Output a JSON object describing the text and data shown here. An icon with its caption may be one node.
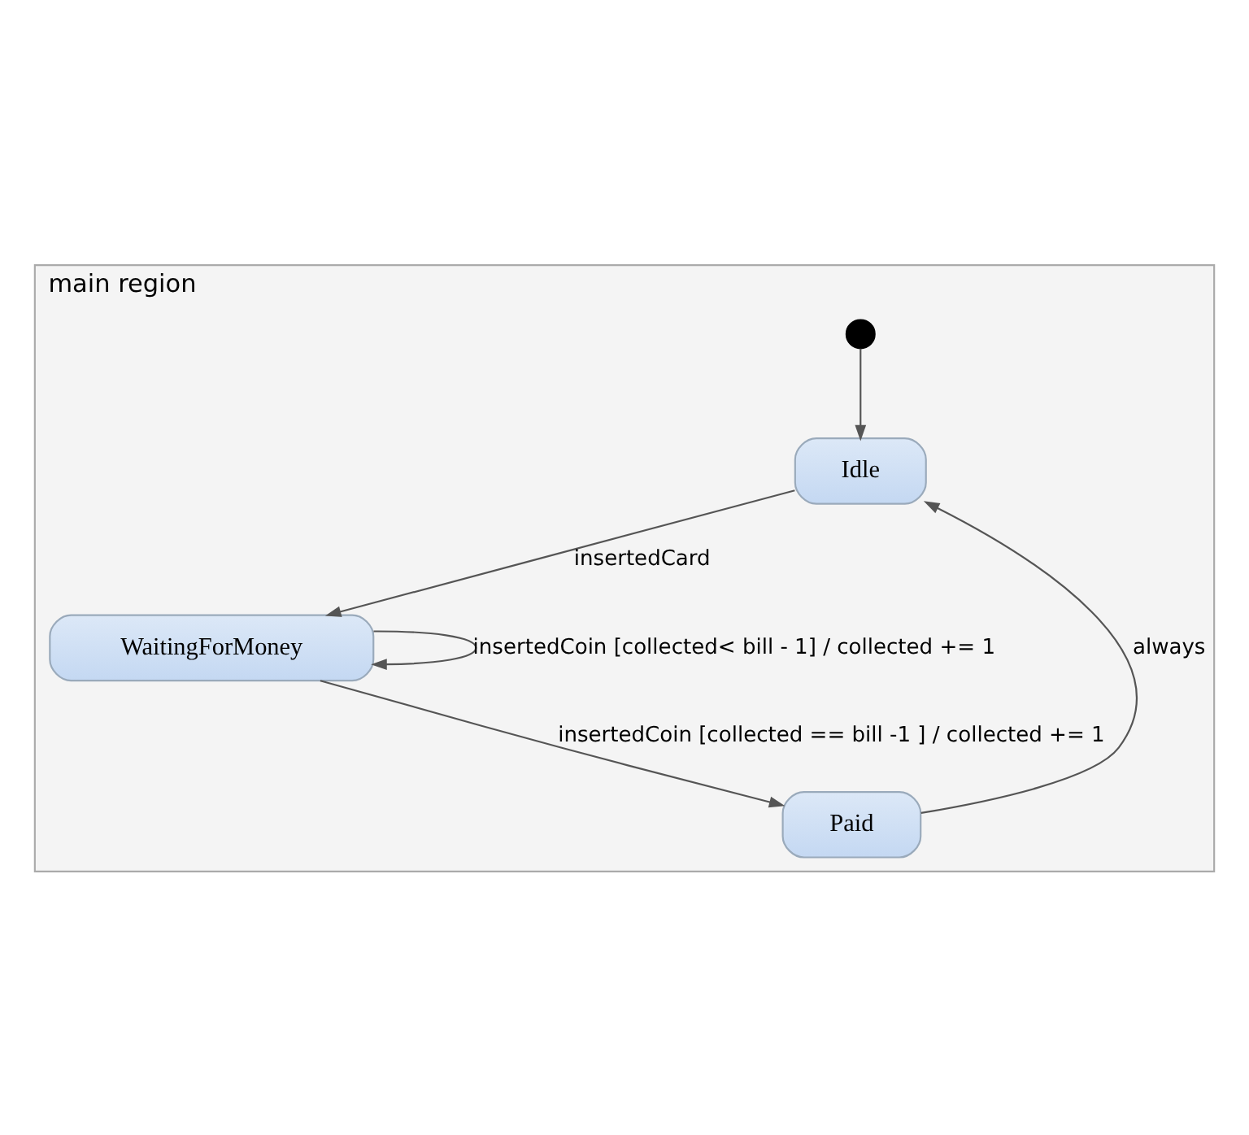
{
  "diagram": {
    "nodes": [
      {
        "text": [
          "main region"
        ]
      },
      {
        "text": [],
        "shape": "circle",
        "in": 0
      },
      {
        "text": [
          "Idle"
        ],
        "in": 0
      },
      {
        "text": [
          "Paid"
        ],
        "in": 0
      },
      {
        "text": [
          "WaitingForMoney"
        ],
        "in": 0
      }
    ],
    "edges": [
      {
        "from": 1,
        "to": 2,
        "arrow": "to"
      },
      {
        "from": 2,
        "to": 4,
        "arrow": "to",
        "label": "insertedCard"
      },
      {
        "from": 4,
        "to": 3,
        "arrow": "to",
        "label": "insertedCoin [collected == bill -1 ] / collected += 1"
      },
      {
        "from": 3,
        "to": 2,
        "arrow": "to",
        "label": "always"
      },
      {
        "from": 4,
        "to": 4,
        "arrow": "to",
        "label": "insertedCoin [collected< bill - 1] / collected += 1"
      }
    ]
  }
}
